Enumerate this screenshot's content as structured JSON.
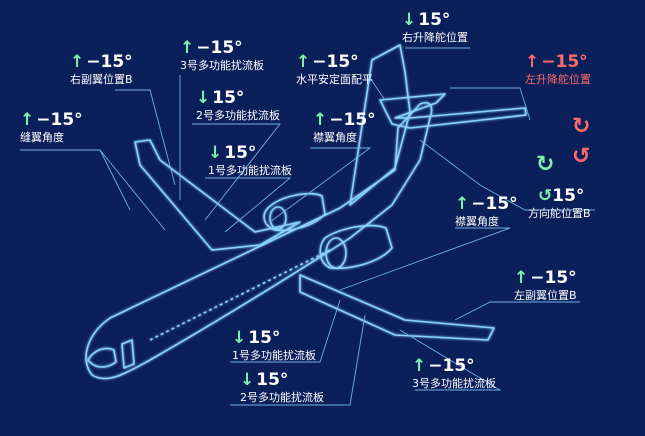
{
  "labels": {
    "right_aileron": {
      "arrow": "↑",
      "value": "−15°",
      "name": "右副翼位置B"
    },
    "spoiler3_top": {
      "arrow": "↑",
      "value": "−15°",
      "name": "3号多功能扰流板"
    },
    "spoiler2_top": {
      "arrow": "↓",
      "value": "15°",
      "name": "2号多功能扰流板"
    },
    "spoiler1_top": {
      "arrow": "↓",
      "value": "15°",
      "name": "1号多功能扰流板"
    },
    "slat_angle": {
      "arrow": "↑",
      "value": "−15°",
      "name": "缝翼角度"
    },
    "flap_angle_top": {
      "arrow": "↑",
      "value": "−15°",
      "name": "襟翼角度"
    },
    "stabilizer": {
      "arrow": "↑",
      "value": "−15°",
      "name": "水平安定面配平"
    },
    "right_elevator": {
      "arrow": "↓",
      "value": "15°",
      "name": "右升降舵位置"
    },
    "left_elevator": {
      "arrow": "↑",
      "value": "−15°",
      "name": "左升降舵位置"
    },
    "rudder": {
      "arrow": "",
      "value": "15°",
      "name": "方向舵位置B"
    },
    "flap_angle_bottom": {
      "arrow": "↑",
      "value": "−15°",
      "name": "襟翼角度"
    },
    "left_aileron": {
      "arrow": "↑",
      "value": "−15°",
      "name": "左副翼位置B"
    },
    "spoiler1_bottom": {
      "arrow": "↓",
      "value": "15°",
      "name": "1号多功能扰流板"
    },
    "spoiler2_bottom": {
      "arrow": "↓",
      "value": "15°",
      "name": "2号多功能扰流板"
    },
    "spoiler3_bottom": {
      "arrow": "↑",
      "value": "−15°",
      "name": "3号多功能扰流板"
    }
  },
  "icons": {
    "rotate_cw_red": "rotate-clockwise-icon",
    "rotate_ccw_red": "rotate-counterclockwise-icon",
    "rotate_cw_green": "rotate-clockwise-icon",
    "rotate_ccw_green": "rotate-counterclockwise-icon"
  },
  "colors": {
    "background": "#0b1f5a",
    "outline": "#8ad3ff",
    "leader": "#6fb0e6",
    "accent_green": "#7ef2a9",
    "accent_red": "#ff6b6b",
    "text": "#ffffff"
  }
}
